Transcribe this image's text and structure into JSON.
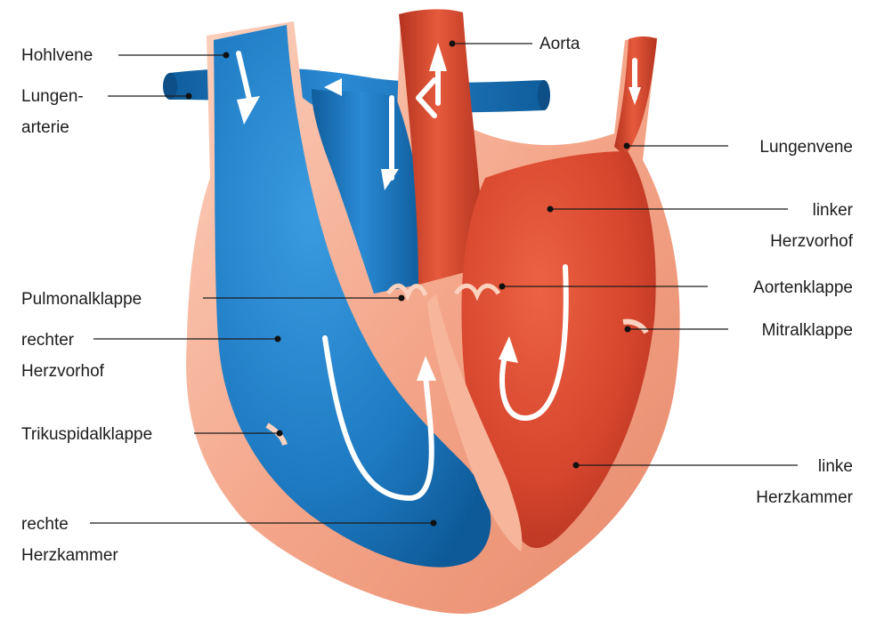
{
  "diagram": {
    "colors": {
      "venous_blue": "#1f7cc4",
      "arterial_red": "#d6452d",
      "heart_wall": "#f4a68a",
      "flow_arrow": "#ffffff",
      "label_text": "#1c1c1c"
    },
    "labels": {
      "hohlvene": "Hohlvene",
      "lungenarterie_1": "Lungen-",
      "lungenarterie_2": "arterie",
      "pulmonalklappe": "Pulmonalklappe",
      "rechter_vorhof_1": "rechter",
      "rechter_vorhof_2": "Herzvorhof",
      "trikuspidalklappe": "Trikuspidalklappe",
      "rechte_kammer_1": "rechte",
      "rechte_kammer_2": "Herzkammer",
      "aorta": "Aorta",
      "lungenvene": "Lungenvene",
      "linker_vorhof_1": "linker",
      "linker_vorhof_2": "Herzvorhof",
      "aortenklappe": "Aortenklappe",
      "mitralklappe": "Mitralklappe",
      "linke_kammer_1": "linke",
      "linke_kammer_2": "Herzkammer"
    }
  }
}
